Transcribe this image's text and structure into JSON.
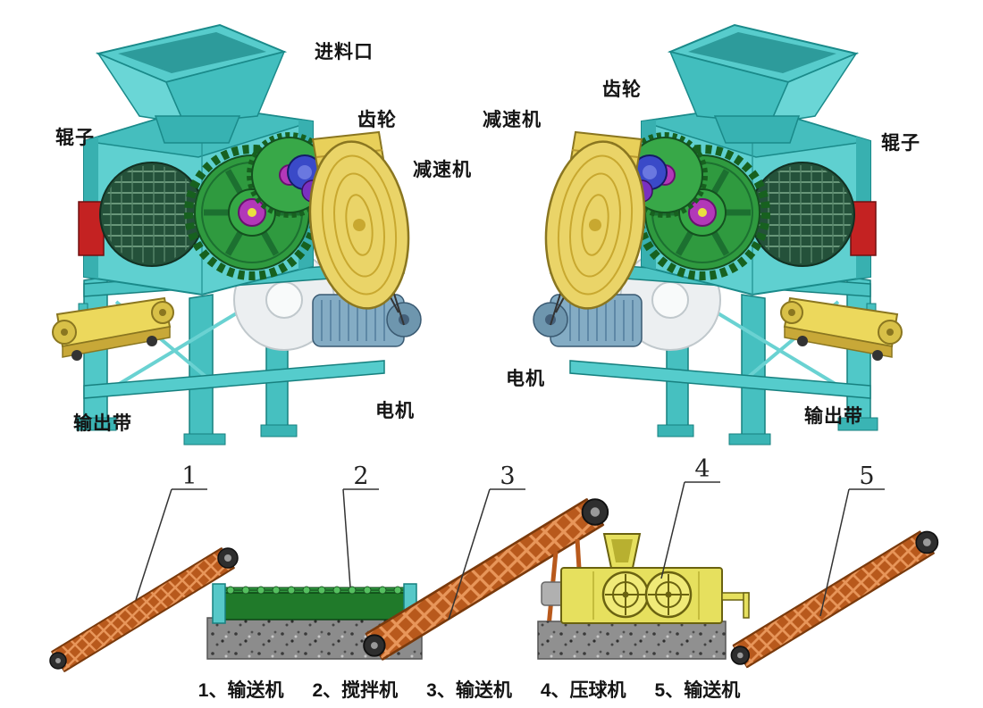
{
  "diagram": {
    "left_machine_labels": {
      "roller": "辊子",
      "feed_inlet": "进料口",
      "gear": "齿轮",
      "reducer": "减速机",
      "output_belt": "输出带",
      "motor": "电机"
    },
    "right_machine_labels": {
      "reducer": "减速机",
      "gear": "齿轮",
      "roller": "辊子",
      "motor": "电机",
      "output_belt": "输出带"
    },
    "flow": {
      "callouts": [
        "1",
        "2",
        "3",
        "4",
        "5"
      ],
      "legend": [
        "1、输送机",
        "2、搅拌机",
        "3、输送机",
        "4、压球机",
        "5、输送机"
      ]
    },
    "colors": {
      "machine_teal": "#5fd0d0",
      "gear_green": "#2f9a3f",
      "hub_magenta": "#b238b8",
      "belt_yellow": "#ead468",
      "accent_red": "#c42222",
      "conveyor_orange": "#b8591c",
      "mixer_green": "#207a2a",
      "press_yellow": "#e6e05e",
      "base_gray": "#8c8c8c"
    }
  }
}
